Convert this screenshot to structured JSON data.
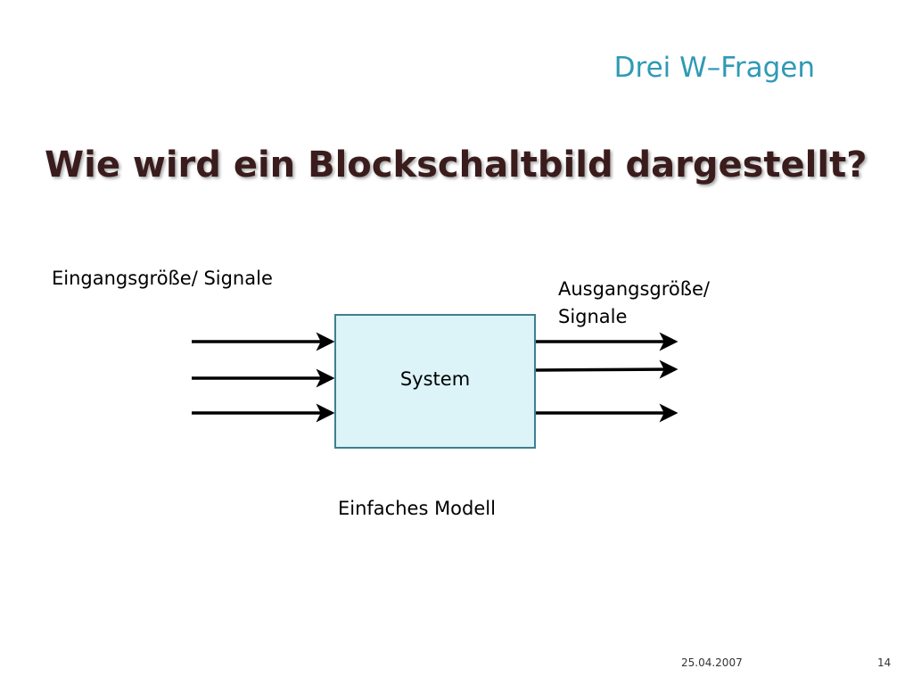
{
  "slide": {
    "section_title": "Drei W–Fragen",
    "heading": "Wie wird ein Blockschaltbild dargestellt?",
    "input_label": "Eingangsgröße/ Signale",
    "output_label": "Ausgangsgröße/ Signale",
    "system_label": "System",
    "model_caption": "Einfaches Modell",
    "footer_date": "25.04.2007",
    "page_number": "14"
  },
  "colors": {
    "title_accent": "#2e9ab5",
    "heading_text": "#3a1c1c",
    "box_fill": "#dcf3f8",
    "box_border": "#3f7f8e"
  },
  "diagram": {
    "input_arrow_count": 3,
    "output_arrow_count": 3
  }
}
